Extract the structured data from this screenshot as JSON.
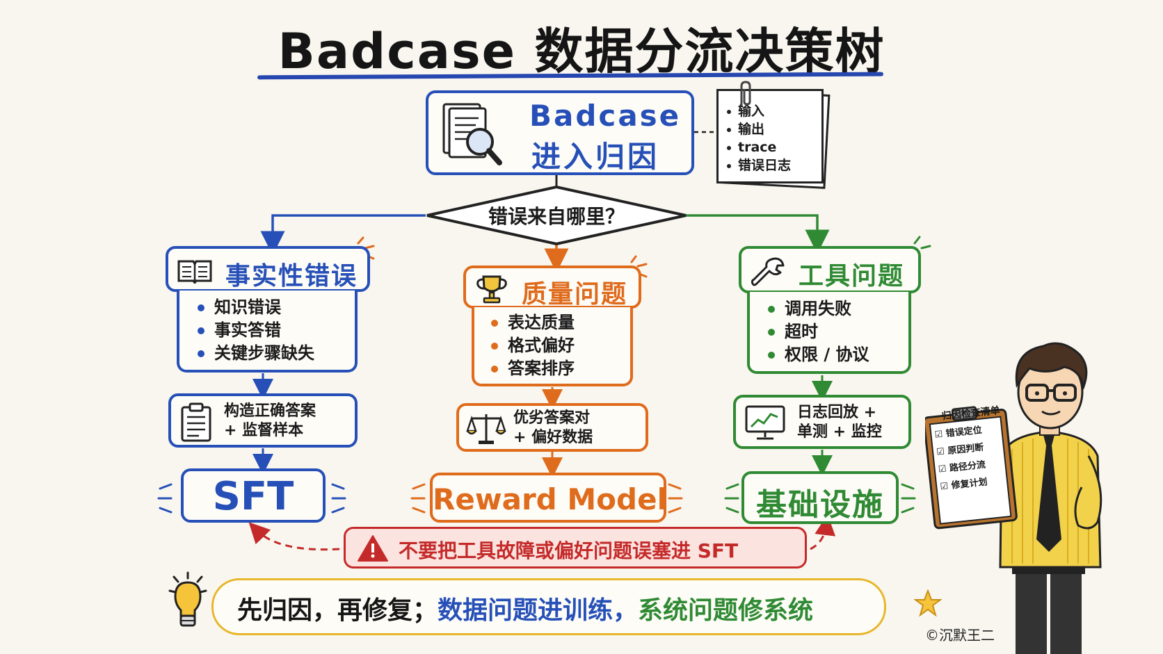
{
  "title": "Badcase 数据分流决策树",
  "root": {
    "line1": "Badcase",
    "line2": "进入归因"
  },
  "note": {
    "items": [
      "输入",
      "输出",
      "trace",
      "错误日志"
    ]
  },
  "decision": "错误来自哪里？",
  "branches": {
    "factual": {
      "title": "事实性错误",
      "items": [
        "知识错误",
        "事实答错",
        "关键步骤缺失"
      ],
      "action": [
        "构造正确答案",
        "+ 监督样本"
      ],
      "target": "SFT"
    },
    "quality": {
      "title": "质量问题",
      "items": [
        "表达质量",
        "格式偏好",
        "答案排序"
      ],
      "action": [
        "优劣答案对",
        "+ 偏好数据"
      ],
      "target": "Reward Model"
    },
    "tool": {
      "title": "工具问题",
      "items": [
        "调用失败",
        "超时",
        "权限 / 协议"
      ],
      "action": [
        "日志回放 +",
        "单测 + 监控"
      ],
      "target": "基础设施"
    }
  },
  "warning": "不要把工具故障或偏好问题误塞进 SFT",
  "summary": {
    "part1": "先归因，再修复；",
    "part2": "数据问题进训练，",
    "part3": "系统问题修系统"
  },
  "clipboard": {
    "title": "归因检查清单",
    "items": [
      "错误定位",
      "原因判断",
      "路径分流",
      "修复计划"
    ]
  },
  "signature": "©沉默王二",
  "colors": {
    "blue": "#2650b8",
    "orange": "#df6b1c",
    "green": "#2f8a33",
    "red": "#c42a2a",
    "yellow": "#e8b62a"
  },
  "icons": [
    "document-magnifier-icon",
    "book-icon",
    "trophy-icon",
    "wrench-icon",
    "clipboard-icon",
    "scales-icon",
    "monitor-chart-icon",
    "warning-icon",
    "lightbulb-icon",
    "star-icon",
    "paperclip-icon"
  ]
}
